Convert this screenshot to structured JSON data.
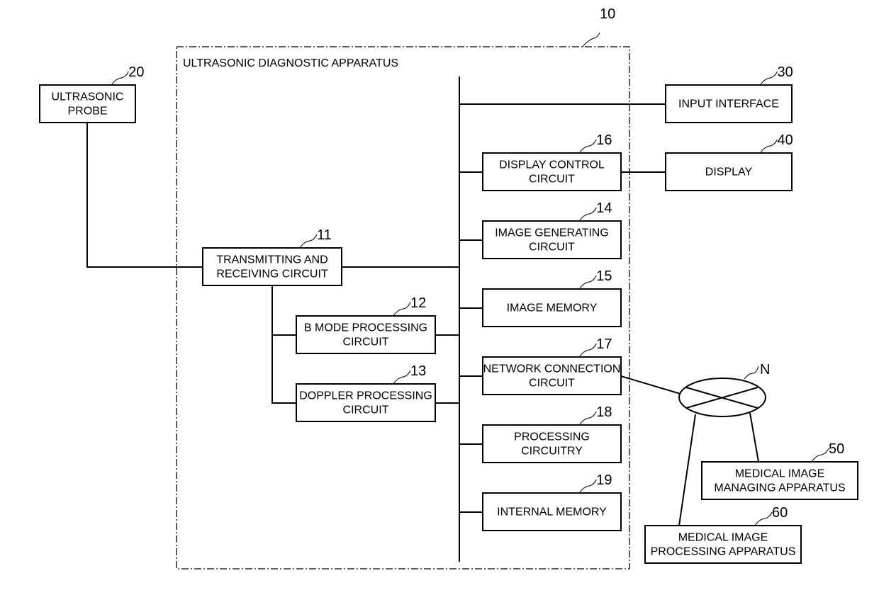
{
  "frame": {
    "title": "ULTRASONIC DIAGNOSTIC APPARATUS",
    "ref": "10"
  },
  "blocks": {
    "probe": {
      "ref": "20",
      "lines": [
        "ULTRASONIC",
        "PROBE"
      ]
    },
    "input": {
      "ref": "30",
      "lines": [
        "INPUT INTERFACE"
      ]
    },
    "dispctl": {
      "ref": "16",
      "lines": [
        "DISPLAY CONTROL",
        "CIRCUIT"
      ]
    },
    "display": {
      "ref": "40",
      "lines": [
        "DISPLAY"
      ]
    },
    "imggen": {
      "ref": "14",
      "lines": [
        "IMAGE GENERATING",
        "CIRCUIT"
      ]
    },
    "txrx": {
      "ref": "11",
      "lines": [
        "TRANSMITTING AND",
        "RECEIVING CIRCUIT"
      ]
    },
    "imgmem": {
      "ref": "15",
      "lines": [
        "IMAGE MEMORY"
      ]
    },
    "bmode": {
      "ref": "12",
      "lines": [
        "B MODE PROCESSING",
        "CIRCUIT"
      ]
    },
    "netconn": {
      "ref": "17",
      "lines": [
        "NETWORK CONNECTION",
        "CIRCUIT"
      ]
    },
    "doppler": {
      "ref": "13",
      "lines": [
        "DOPPLER PROCESSING",
        "CIRCUIT"
      ]
    },
    "proc": {
      "ref": "18",
      "lines": [
        "PROCESSING",
        "CIRCUITRY"
      ]
    },
    "intmem": {
      "ref": "19",
      "lines": [
        "INTERNAL MEMORY"
      ]
    },
    "managing": {
      "ref": "50",
      "lines": [
        "MEDICAL IMAGE",
        "MANAGING APPARATUS"
      ]
    },
    "processing": {
      "ref": "60",
      "lines": [
        "MEDICAL IMAGE",
        "PROCESSING APPARATUS"
      ]
    }
  },
  "network": {
    "ref": "N"
  }
}
